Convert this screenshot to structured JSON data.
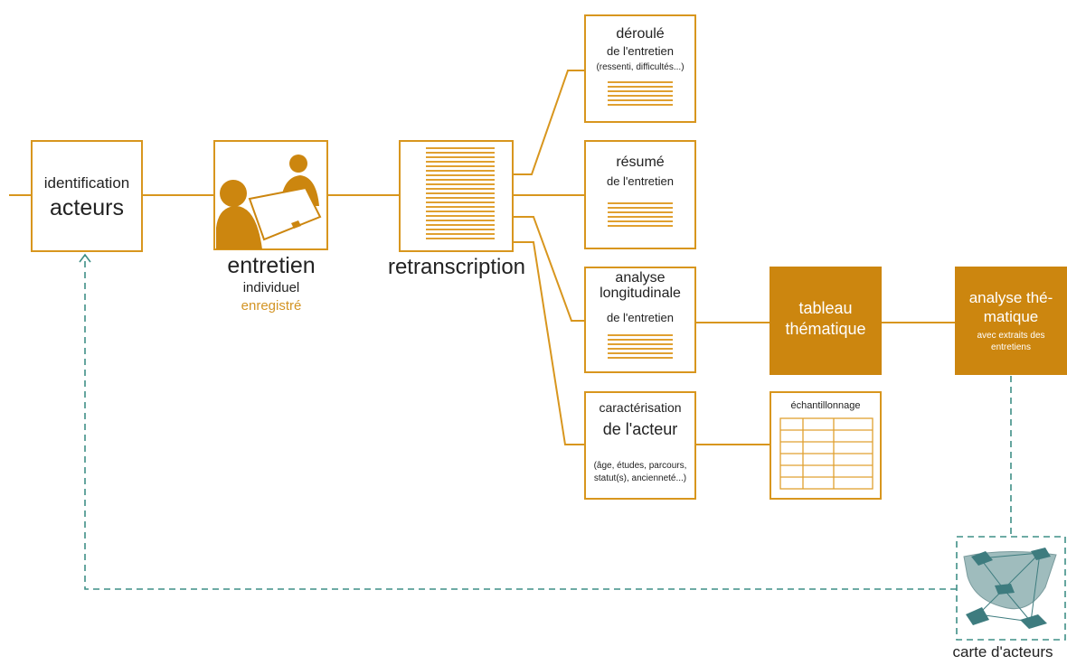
{
  "colors": {
    "accent": "#d8961e",
    "fill": "#cc860f",
    "dashed": "#3f8f87",
    "map_fill": "#9fbcbd",
    "map_node": "#3e7c7f"
  },
  "nodes": {
    "identification": {
      "line1": "identification",
      "line2": "acteurs"
    },
    "entretien": {
      "title": "entretien",
      "line2": "individuel",
      "line3": "enregistré",
      "icon": "interview-people-icon"
    },
    "retranscription": {
      "title": "retranscription",
      "icon": "text-lines-icon"
    },
    "deroule": {
      "line1": "déroulé",
      "line2": "de l'entretien",
      "line3": "(ressenti, difficultés...)"
    },
    "resume": {
      "line1": "résumé",
      "line2": "de l'entretien"
    },
    "analyse_longitudinale": {
      "line1": "analyse",
      "line2": "longitudinale",
      "line3": "de l'entretien"
    },
    "caracterisation": {
      "line1": "caractérisation",
      "line2": "de l'acteur",
      "line3": "(âge, études, parcours,",
      "line4": "statut(s), ancienneté...)"
    },
    "tableau": {
      "line1": "tableau",
      "line2": "thématique"
    },
    "echantillonnage": {
      "title": "échantillonnage",
      "icon": "grid-table-icon"
    },
    "analyse_thematique": {
      "line1": "analyse thé-",
      "line2": "matique",
      "line3": "avec extraits des",
      "line4": "entretiens"
    },
    "carte": {
      "caption": "carte d'acteurs",
      "icon": "network-map-icon"
    }
  }
}
